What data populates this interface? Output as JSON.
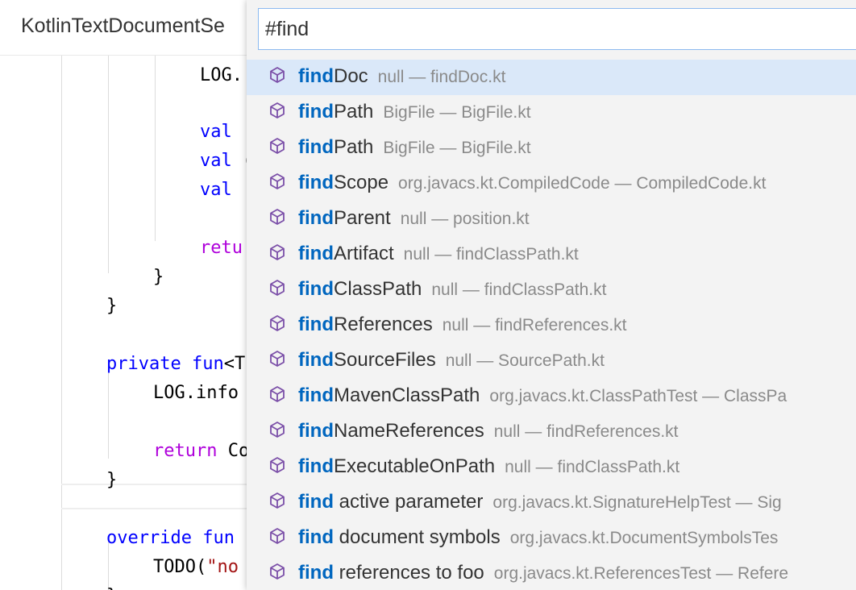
{
  "tab": {
    "title": "KotlinTextDocumentSe"
  },
  "colors": {
    "highlight": "#0066bf",
    "selected_row": "#dae8f9",
    "input_border": "#8cbaf0",
    "keyword_blue": "#0000ff",
    "keyword_purple": "#af00db",
    "string_red": "#a31515",
    "icon_purple": "#7b4fa8"
  },
  "editor": {
    "lines": [
      [
        {
          "t": "LOG."
        }
      ],
      [
        {
          "t": "val ",
          "c": "kw-blue"
        }
      ],
      [
        {
          "t": "val ",
          "c": "kw-blue"
        },
        {
          "t": "("
        }
      ],
      [
        {
          "t": "val ",
          "c": "kw-blue"
        }
      ],
      [
        {
          "t": "retu",
          "c": "kw-purple"
        }
      ],
      [
        {
          "t": "}"
        }
      ],
      [
        {
          "t": "}"
        }
      ],
      [
        {
          "t": "private fun",
          "c": "kw-blue"
        },
        {
          "t": "<T"
        }
      ],
      [
        {
          "t": "LOG.info"
        }
      ],
      [
        {
          "t": "return ",
          "c": "kw-purple"
        },
        {
          "t": "Co"
        }
      ],
      [
        {
          "t": "}"
        }
      ],
      [
        {
          "t": "override fun",
          "c": "kw-blue"
        }
      ],
      [
        {
          "t": "TODO("
        },
        {
          "t": "\"no",
          "c": "str"
        }
      ],
      [
        {
          "t": "}"
        }
      ]
    ]
  },
  "quickpick": {
    "input_value": "#find",
    "icon": "symbol-method-icon",
    "items": [
      {
        "hl": "find",
        "rest": "Doc",
        "detail": "null — findDoc.kt",
        "selected": true
      },
      {
        "hl": "find",
        "rest": "Path",
        "detail": "BigFile — BigFile.kt"
      },
      {
        "hl": "find",
        "rest": "Path",
        "detail": "BigFile — BigFile.kt"
      },
      {
        "hl": "find",
        "rest": "Scope",
        "detail": "org.javacs.kt.CompiledCode — CompiledCode.kt"
      },
      {
        "hl": "find",
        "rest": "Parent",
        "detail": "null — position.kt"
      },
      {
        "hl": "find",
        "rest": "Artifact",
        "detail": "null — findClassPath.kt"
      },
      {
        "hl": "find",
        "rest": "ClassPath",
        "detail": "null — findClassPath.kt"
      },
      {
        "hl": "find",
        "rest": "References",
        "detail": "null — findReferences.kt"
      },
      {
        "hl": "find",
        "rest": "SourceFiles",
        "detail": "null — SourcePath.kt"
      },
      {
        "hl": "find",
        "rest": "MavenClassPath",
        "detail": "org.javacs.kt.ClassPathTest — ClassPa"
      },
      {
        "hl": "find",
        "rest": "NameReferences",
        "detail": "null — findReferences.kt"
      },
      {
        "hl": "find",
        "rest": "ExecutableOnPath",
        "detail": "null — findClassPath.kt"
      },
      {
        "hl": "find",
        "rest": " active parameter",
        "detail": "org.javacs.kt.SignatureHelpTest — Sig"
      },
      {
        "hl": "find",
        "rest": " document symbols",
        "detail": "org.javacs.kt.DocumentSymbolsTes"
      },
      {
        "hl": "find",
        "rest": " references to foo",
        "detail": "org.javacs.kt.ReferencesTest — Refere"
      }
    ]
  }
}
